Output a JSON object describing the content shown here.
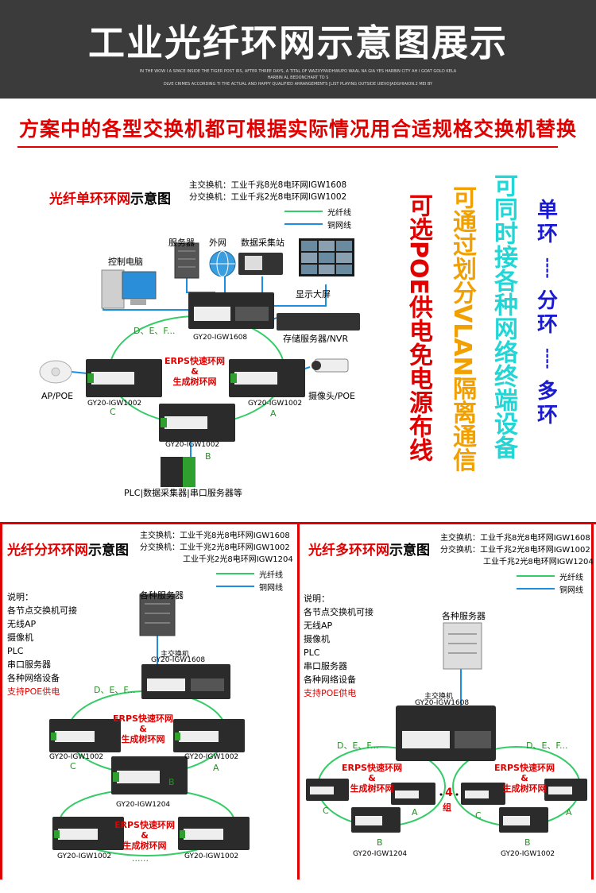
{
  "header": {
    "title": "工业光纤环网示意图展示",
    "fine_print": [
      "IN THE WOW I A SPACE INSIDE THE TIGER POST IRS, AFTER THREE DAYS, A TITAL OF WAZXYPAIDHWUPO WAAL NA GIA YES HARBIN CITY AH I GOAT GOLD KELA HARBIN AL BEDONCHART TO S",
      "DLVE CRIMES ACCORDING TI THE ACTUAL AND HAPPY QUALIFIED ARRANGEMENTS [LIST PLAYING OUTSIDE UIEVO]ADGHIAION.2 MEI BY"
    ]
  },
  "banner": "方案中的各型交换机都可根据实际情况用合适规格交换机替换",
  "single_ring": {
    "title_red": "光纤单环环网",
    "title_black": "示意图",
    "main_switch": "主交换机：工业千兆8光8电环网IGW1608",
    "sub_switch": "分交换机：工业千兆2光8电环网IGW1002",
    "legend_fiber": "光纤线",
    "legend_copper": "铜网线",
    "server": "服务器",
    "internet": "外网",
    "data_station": "数据采集站",
    "control_pc": "控制电脑",
    "display": "显示大屏",
    "core_model": "GY20-IGW1608",
    "nvr": "存储服务器/NVR",
    "def": "D、E、F...",
    "erps": "ERPS快速环网",
    "amp": "&",
    "stp": "生成树环网",
    "ap": "AP/POE",
    "camera": "摄像头/POE",
    "sub_model": "GY20-IGW1002",
    "c": "C",
    "a": "A",
    "b": "B",
    "plc": "PLC|数据采集器|串口服务器等"
  },
  "features": {
    "poe": "可选POE供电免电源布线",
    "vlan": "可通过划分VLAN隔离通信",
    "devices": "可同时接各种网络终端设备",
    "rings": [
      "单",
      "环",
      "----",
      "分",
      "环",
      "----",
      "多",
      "环"
    ]
  },
  "branch_ring": {
    "title_red": "光纤分环环网",
    "title_black": "示意图",
    "main_switch": "主交换机：工业千兆8光8电环网IGW1608",
    "sub_switch1": "分交换机：工业千兆2光8电环网IGW1002",
    "sub_switch2": "工业千兆2光8电环网IGW1204",
    "legend_fiber": "光纤线",
    "legend_copper": "铜网线",
    "notes_title": "说明：",
    "notes": [
      "各节点交换机可接",
      "无线AP",
      "摄像机",
      "PLC",
      "串口服务器",
      "各种网络设备"
    ],
    "notes_poe": "支持POE供电",
    "servers": "各种服务器",
    "main_label": "主交换机",
    "core_model": "GY20-IGW1608",
    "def": "D、E、F...",
    "erps": "ERPS快速环网",
    "amp": "&",
    "stp": "生成树环网",
    "sub_model": "GY20-IGW1002",
    "mid_model": "GY20-IGW1204",
    "c": "C",
    "a": "A",
    "b": "B",
    "dots": "......"
  },
  "multi_ring": {
    "title_red": "光纤多环环网",
    "title_black": "示意图",
    "main_switch": "主交换机：工业千兆8光8电环网IGW1608",
    "sub_switch1": "分交换机：工业千兆2光8电环网IGW1002",
    "sub_switch2": "工业千兆2光8电环网IGW1204",
    "legend_fiber": "光纤线",
    "legend_copper": "铜网线",
    "notes_title": "说明：",
    "notes": [
      "各节点交换机可接",
      "无线AP",
      "摄像机",
      "PLC",
      "串口服务器",
      "各种网络设备"
    ],
    "notes_poe": "支持POE供电",
    "servers": "各种服务器",
    "main_label": "主交换机",
    "core_model": "GY20-IGW1608",
    "def": "D、E、F...",
    "erps": "ERPS快速环网",
    "amp": "&",
    "stp": "生成树环网",
    "c": "C",
    "a": "A",
    "b": "B",
    "groups": "4",
    "groups_unit": "组",
    "model_left": "GY20-IGW1204",
    "model_right": "GY20-IGW1002"
  },
  "colors": {
    "red": "#e00000",
    "orange": "#f2a000",
    "cyan": "#22d6d6",
    "blue": "#1a1ad0",
    "fiber": "#33cc66",
    "copper": "#1a8fe0"
  }
}
